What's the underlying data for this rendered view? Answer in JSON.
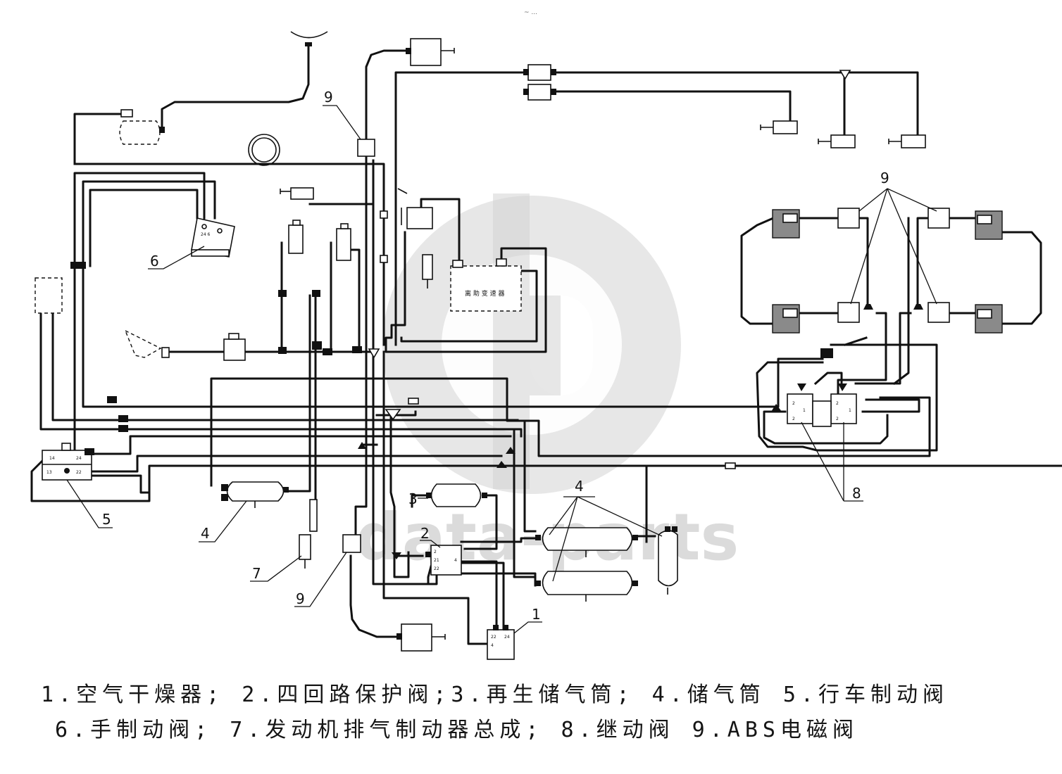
{
  "watermark": {
    "text": "data-parts"
  },
  "top_mark": "~ ...",
  "component_inner_label": "离 助 变 速 器",
  "callouts": {
    "c1": "1",
    "c2": "2",
    "c3": "3",
    "c4a": "4",
    "c4b": "4",
    "c5": "5",
    "c6": "6",
    "c7": "7",
    "c8": "8",
    "c9a": "9",
    "c9b": "9",
    "c9c": "9"
  },
  "legend": {
    "line1": "1.空气干燥器; 2.四回路保护阀;3.再生储气筒; 4.储气筒  5.行车制动阀",
    "line2": "6.手制动阀;  7.发动机排气制动器总成; 8.继动阀 9.ABS电磁阀"
  }
}
